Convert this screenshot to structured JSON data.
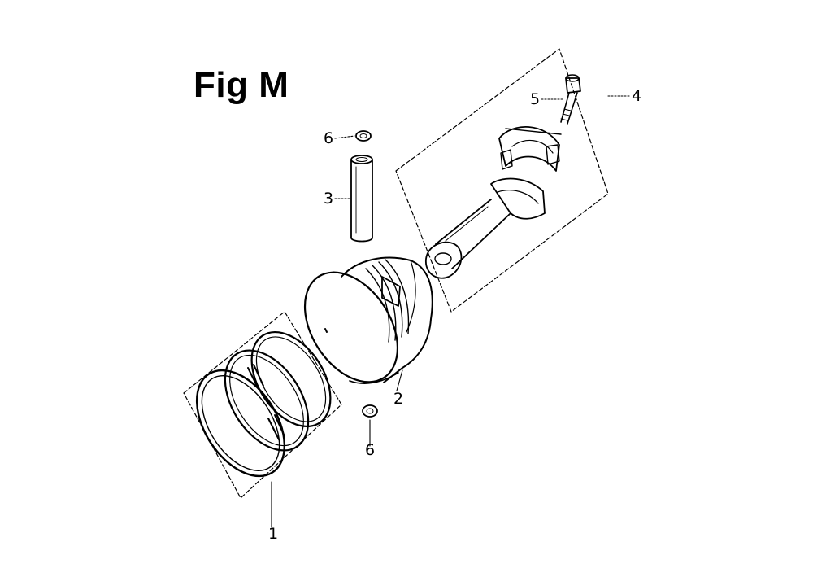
{
  "figure": {
    "title": "Fig M"
  },
  "callouts": {
    "c1": "1",
    "c2": "2",
    "c3": "3",
    "c4": "4",
    "c5": "5",
    "c6_top": "6",
    "c6_bottom": "6"
  },
  "parts": {
    "piston_rings": "piston-ring-set",
    "piston": "piston",
    "piston_pin": "piston-pin",
    "connecting_rod": "connecting-rod-assembly",
    "rod_bolt": "connecting-rod-bolt",
    "pin_clip": "piston-pin-clip"
  }
}
